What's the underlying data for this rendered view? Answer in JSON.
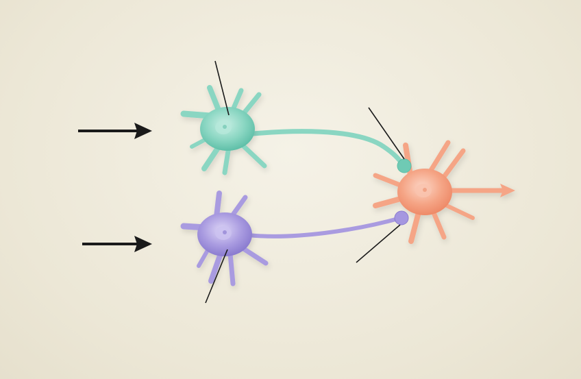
{
  "diagram": {
    "type": "neuron-convergence-schematic",
    "colors": {
      "background": "#efebdd",
      "neuron_top": "#8ad6c2",
      "neuron_top_shade": "#5fbfa8",
      "neuron_bottom": "#a99be0",
      "neuron_bottom_shade": "#8a7bcf",
      "neuron_target": "#f5a586",
      "neuron_target_shade": "#ee8a68",
      "arrow": "#1a1a1a",
      "leader_line": "#1a1a1a"
    },
    "elements": {
      "input_arrows": 2,
      "presynaptic_neurons": 2,
      "postsynaptic_neurons": 1,
      "synaptic_terminals": 2,
      "output_arrows": 1,
      "unlabeled_leader_lines": 4
    }
  }
}
